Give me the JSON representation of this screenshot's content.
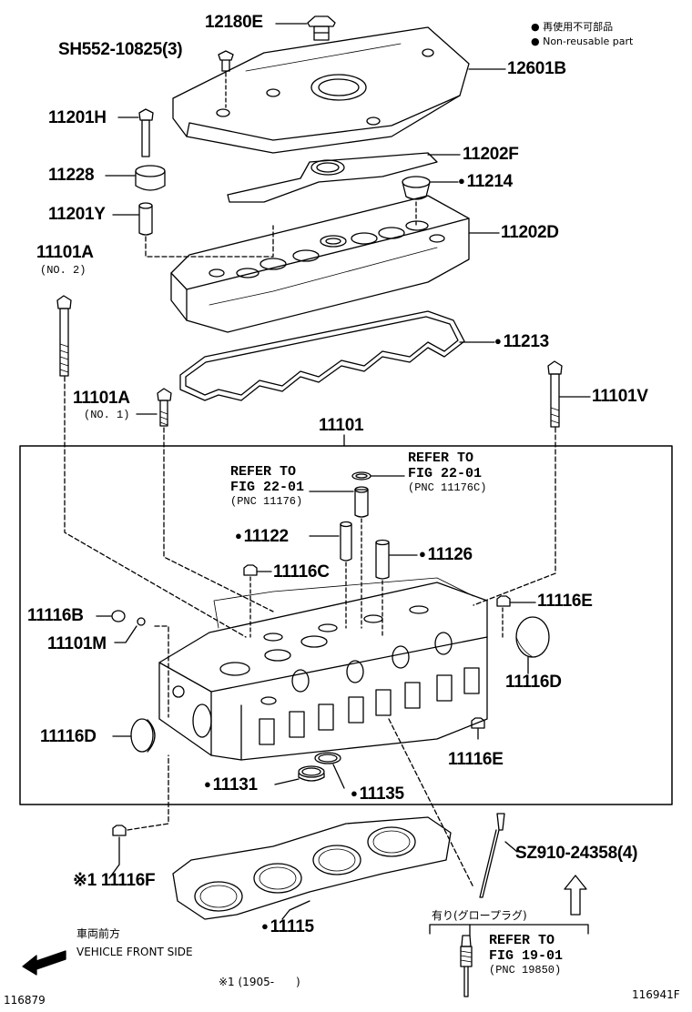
{
  "legend": {
    "jp": "● 再使用不可部品",
    "en": "● Non-reusable part"
  },
  "labels": {
    "p12180E": "12180E",
    "pSH552": "SH552-10825(3)",
    "p12601B": "12601B",
    "p11201H": "11201H",
    "p11228": "11228",
    "p11202F": "11202F",
    "p11214": "11214",
    "p11201Y": "11201Y",
    "p11202D": "11202D",
    "p11101A2": "11101A",
    "p11101A2sub": "(NO. 2)",
    "p11213": "11213",
    "p11101A1": "11101A",
    "p11101A1sub": "(NO. 1)",
    "p11101V": "11101V",
    "p11101": "11101",
    "p11122": "11122",
    "p11126": "11126",
    "p11116C": "11116C",
    "p11116B": "11116B",
    "p11101M": "11101M",
    "p11116E_top": "11116E",
    "p11116D_right": "11116D",
    "p11116D_left": "11116D",
    "p11116E_bot": "11116E",
    "p11131": "11131",
    "p11135": "11135",
    "p11116F": "※1 11116F",
    "pSZ910": "SZ910-24358(4)",
    "p11115": "11115"
  },
  "refs": {
    "left": {
      "l1": "REFER TO",
      "l2": "FIG 22-01",
      "l3": "(PNC 11176)"
    },
    "right": {
      "l1": "REFER TO",
      "l2": "FIG 22-01",
      "l3": "(PNC 11176C)"
    },
    "bottom": {
      "l1": "REFER TO",
      "l2": "FIG 19-01",
      "l3": "(PNC 19850)"
    }
  },
  "glow_plug_note": "有り(グロープラグ)",
  "front": {
    "jp": "車両前方",
    "en": "VEHICLE FRONT SIDE"
  },
  "footnote": "※1 (1905-　　)",
  "code_left": "116879",
  "code_right": "116941F"
}
